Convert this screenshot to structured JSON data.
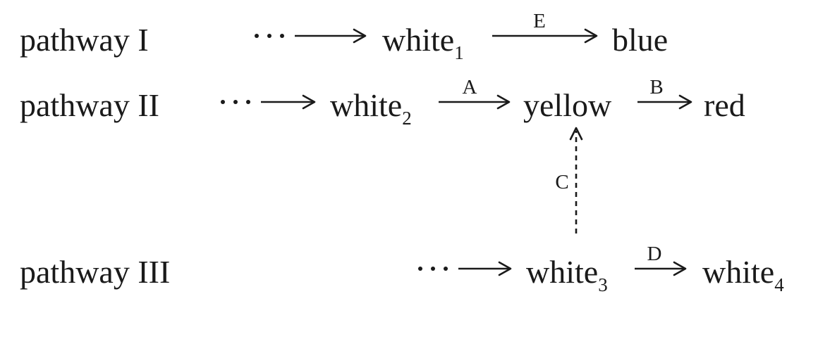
{
  "pathways": [
    {
      "label": "pathway I",
      "start_ellipsis": "···",
      "steps": [
        {
          "name": "white",
          "sub": "1"
        },
        {
          "name": "blue",
          "sub": ""
        }
      ],
      "enzymes": [
        "E"
      ]
    },
    {
      "label": "pathway II",
      "start_ellipsis": "···",
      "steps": [
        {
          "name": "white",
          "sub": "2"
        },
        {
          "name": "yellow",
          "sub": ""
        },
        {
          "name": "red",
          "sub": ""
        }
      ],
      "enzymes": [
        "A",
        "B"
      ]
    },
    {
      "label": "pathway III",
      "start_ellipsis": "···",
      "steps": [
        {
          "name": "white",
          "sub": "3"
        },
        {
          "name": "white",
          "sub": "4"
        }
      ],
      "enzymes": [
        "D"
      ]
    }
  ],
  "cross_link": {
    "enzyme": "C",
    "from": "white3",
    "to": "yellow",
    "style": "dashed"
  }
}
